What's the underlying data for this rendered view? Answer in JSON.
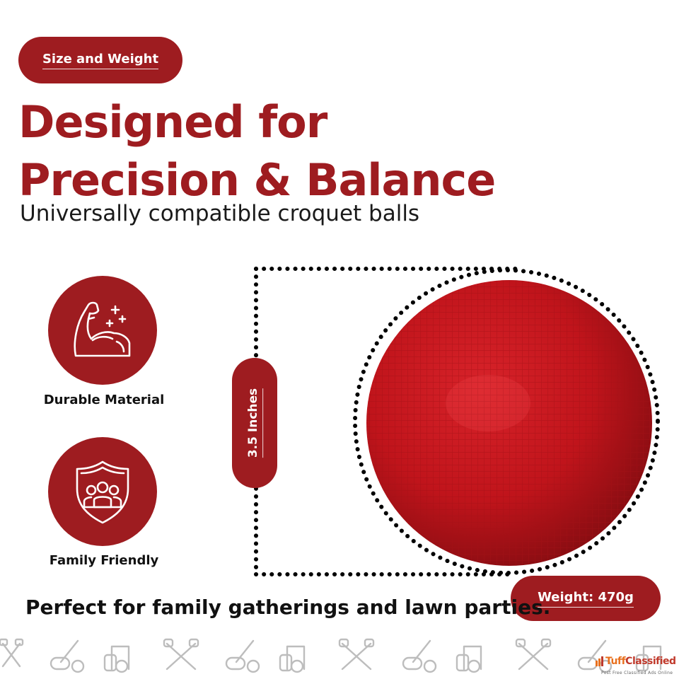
{
  "header": {
    "tag_label": "Size and Weight",
    "title_line1": "Designed for",
    "title_line2": "Precision & Balance",
    "subtitle": "Universally compatible croquet balls"
  },
  "features": [
    {
      "label": "Durable Material",
      "icon": "flexed-arm-icon"
    },
    {
      "label": "Family Friendly",
      "icon": "family-shield-icon"
    }
  ],
  "dimensions": {
    "size_label": "3.5 Inches",
    "weight_label": "Weight: 470g"
  },
  "footer": {
    "tagline": "Perfect for family gatherings and lawn parties."
  },
  "watermark": {
    "brand_part1": "Tuff",
    "brand_part2": "Classified",
    "brand_tagline": "Post Free Classified Ads Online"
  },
  "colors": {
    "accent": "#9e1c20",
    "ball": "#c4141a",
    "text": "#111111",
    "decor": "#bdbdbd"
  }
}
